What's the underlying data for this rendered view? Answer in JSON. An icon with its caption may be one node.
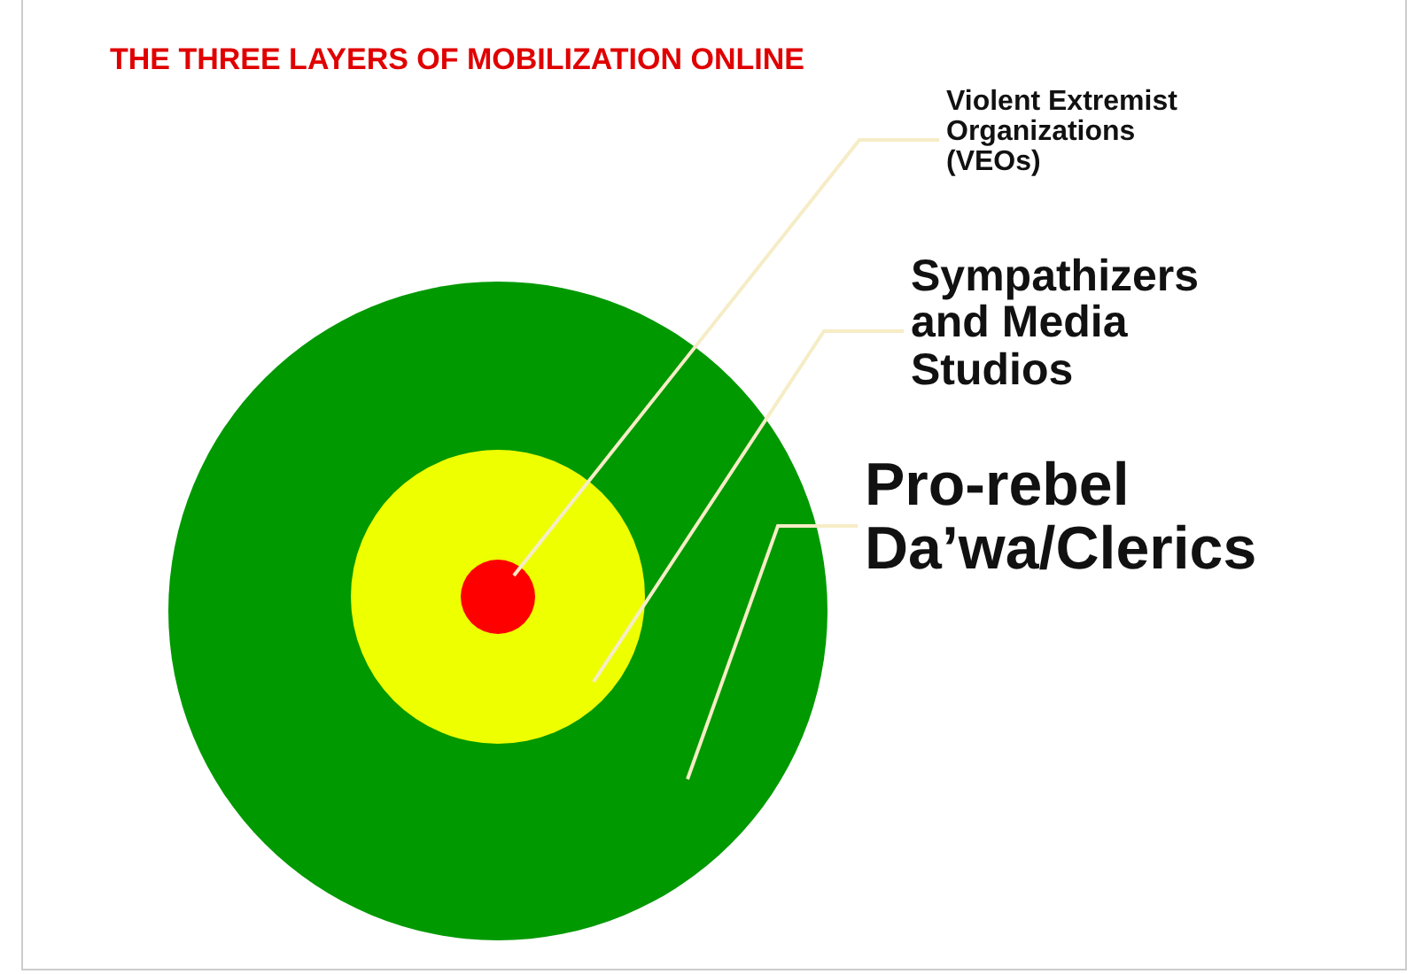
{
  "diagram": {
    "title": "THE THREE LAYERS OF MOBILIZATION ONLINE",
    "nodes": [
      {
        "text": [],
        "shape": "circle"
      },
      {
        "text": [],
        "shape": "circle",
        "in": 0
      },
      {
        "text": [],
        "shape": "circle",
        "in": 1
      },
      {
        "text": [
          "Violent Extremist Organizations (VEOs)"
        ]
      },
      {
        "text": [
          "Sympathizers and Media Studios"
        ]
      },
      {
        "text": [
          "Pro-rebel Da’wa/Clerics"
        ]
      }
    ],
    "edges": [
      {
        "from": 3,
        "to": 2,
        "arrow": "none"
      },
      {
        "from": 4,
        "to": 1,
        "arrow": "none"
      },
      {
        "from": 5,
        "to": 0,
        "arrow": "none"
      }
    ]
  }
}
